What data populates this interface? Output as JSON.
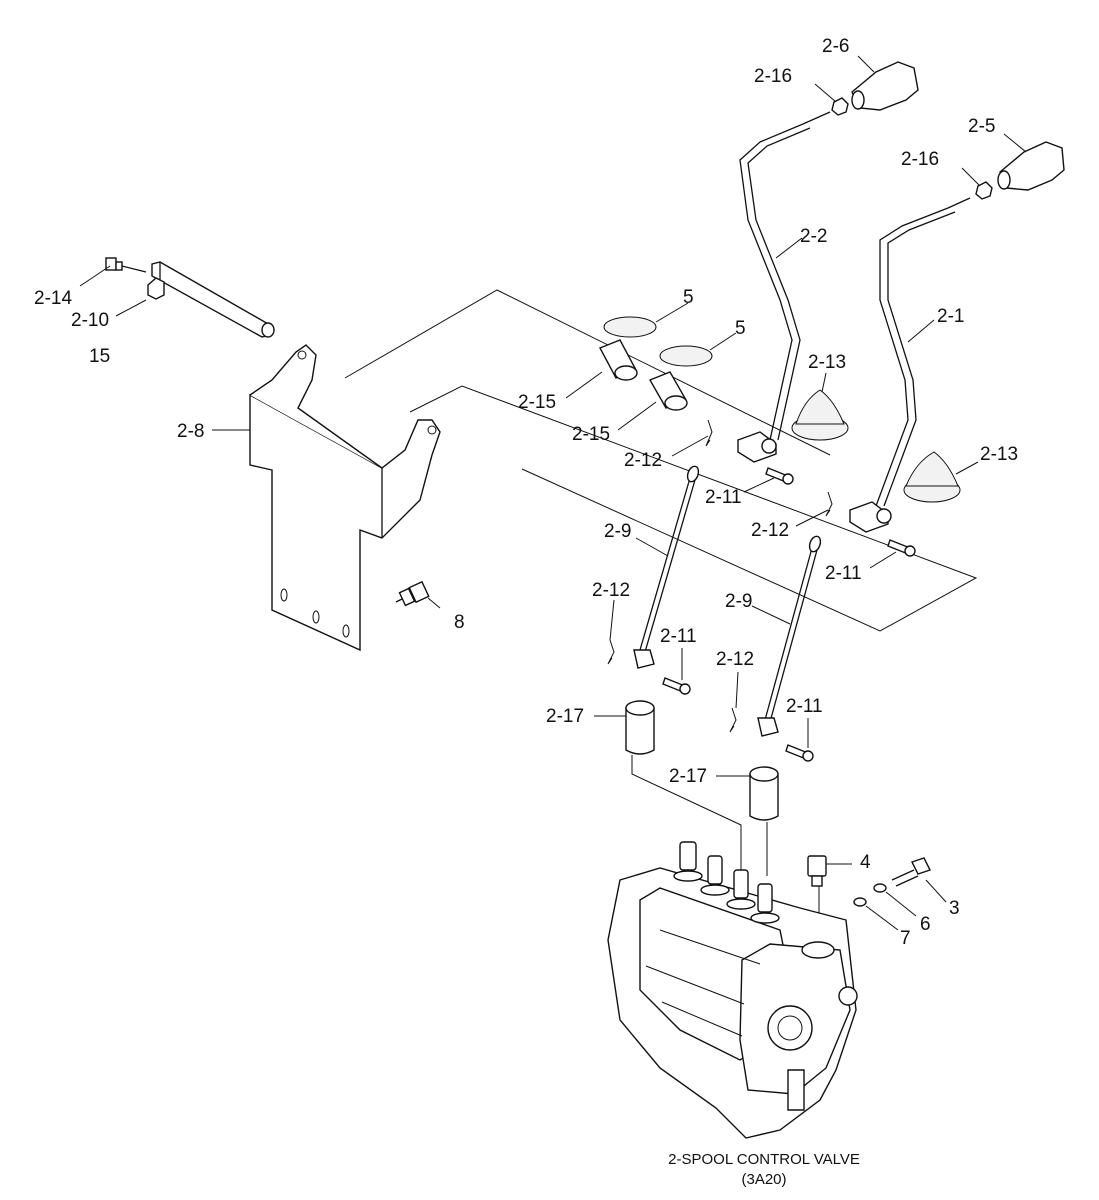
{
  "labels": {
    "l_2_6": "2-6",
    "l_2_16a": "2-16",
    "l_2_5": "2-5",
    "l_2_16b": "2-16",
    "l_2_2": "2-2",
    "l_2_1": "2-1",
    "l_2_14": "2-14",
    "l_2_10": "2-10",
    "l_15": "15",
    "l_5a": "5",
    "l_5b": "5",
    "l_2_13a": "2-13",
    "l_2_13b": "2-13",
    "l_2_15a": "2-15",
    "l_2_15b": "2-15",
    "l_2_8": "2-8",
    "l_2_12a": "2-12",
    "l_2_11a": "2-11",
    "l_2_12b": "2-12",
    "l_2_11b": "2-11",
    "l_2_9a": "2-9",
    "l_2_9b": "2-9",
    "l_2_12c": "2-12",
    "l_2_11c": "2-11",
    "l_2_12d": "2-12",
    "l_2_11d": "2-11",
    "l_8": "8",
    "l_2_17a": "2-17",
    "l_2_17b": "2-17",
    "l_4": "4",
    "l_3": "3",
    "l_6": "6",
    "l_7": "7"
  },
  "caption": {
    "line1": "2-SPOOL CONTROL VALVE",
    "line2": "(3A20)"
  }
}
